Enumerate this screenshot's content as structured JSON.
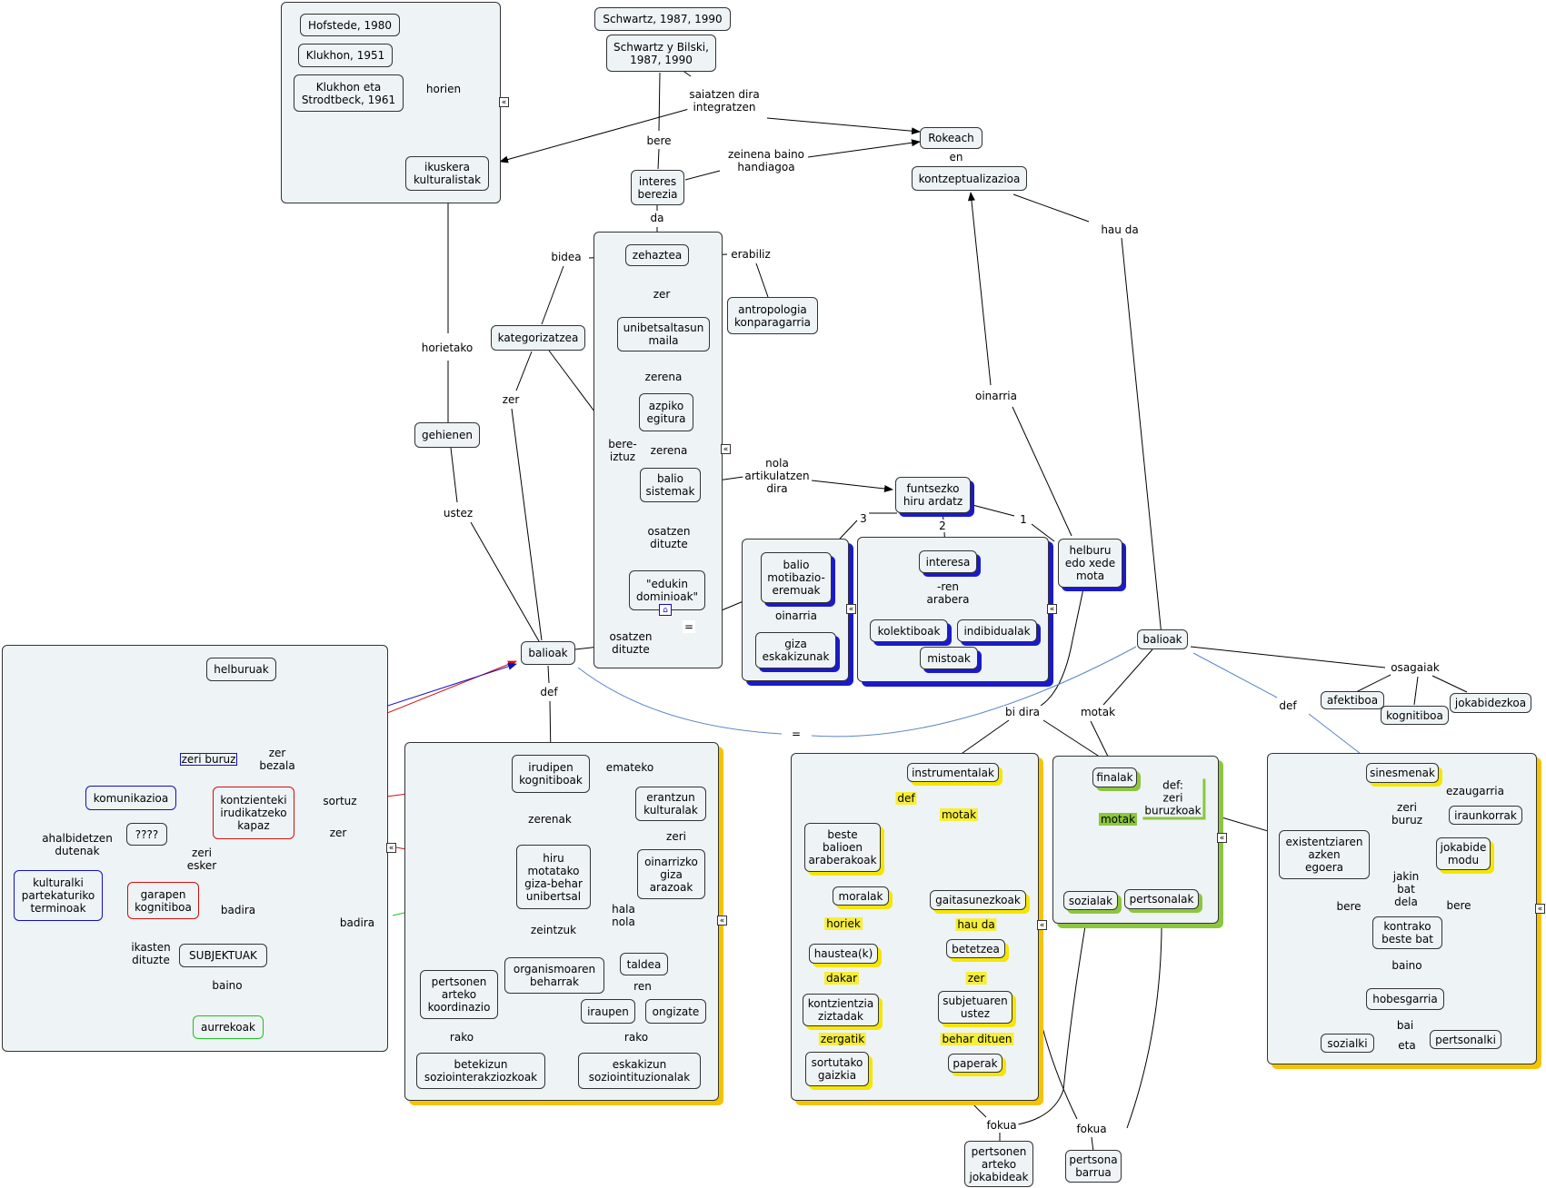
{
  "nodes": {
    "hofstede": "Hofstede, 1980",
    "klukhon": "Klukhon, 1951",
    "klukhon_strodtbeck": "Klukhon eta\nStrodtbeck, 1961",
    "ikuskera": "ikuskera\nkulturalistak",
    "schwartz": "Schwartz, 1987, 1990",
    "schwartz_bilski": "Schwartz y Bilski,\n1987, 1990",
    "rokeach": "Rokeach",
    "kontzeptualizazioa": "kontzeptualizazioa",
    "interes_berezia": "interes\nberezia",
    "zehaztea": "zehaztea",
    "antropologia": "antropologia\nkonparagarria",
    "kategorizatzea": "kategorizatzea",
    "unibetsaltasun": "unibetsaltasun\nmaila",
    "azpiko_egitura": "azpiko\negitura",
    "balio_sistemak": "balio\nsistemak",
    "edukin_dominioak": "\"edukin\ndominioak\"",
    "gehienen": "gehienen",
    "balioak_left": "balioak",
    "funtsezko": "funtsezko\nhiru ardatz",
    "balio_motibazio": "balio\nmotibazio-\neremuak",
    "giza_eskakizunak": "giza\neskakizunak",
    "interesa": "interesa",
    "kolektiboak": "kolektiboak",
    "indibidualak": "indibidualak",
    "mistoak": "mistoak",
    "helburu_xede": "helburu\nedo xede\nmota",
    "balioak_right": "balioak",
    "afektiboa": "afektiboa",
    "kognitiboa": "kognitiboa",
    "jokabidezkoa": "jokabidezkoa",
    "helburuak": "helburuak",
    "zeri_buruz_box": "zeri buruz",
    "komunikazioa": "komunikazioa",
    "kontzienteki": "kontzienteki\nirudikatzeko\nkapaz",
    "question": "????",
    "kulturalki": "kulturalki\npartekaturiko\nterminoak",
    "garapen": "garapen\nkognitiboa",
    "subjektuak": "SUBJEKTUAK",
    "aurrekoak": "aurrekoak",
    "irudipen": "irudipen\nkognitiboak",
    "erantzun": "erantzun\nkulturalak",
    "oinarrizko": "oinarrizko\ngiza\narazoak",
    "hiru_motatako": "hiru\nmotatako\ngiza-behar\nunibertsal",
    "pertsonen_koordinazio": "pertsonen\narteko\nkoordinazio",
    "organismoaren": "organismoaren\nbeharrak",
    "taldea": "taldea",
    "iraupen": "iraupen",
    "ongizate": "ongizate",
    "betekizun": "betekizun\nsoziointerakziozkoak",
    "eskakizun": "eskakizun\nsoziointituzionalak",
    "instrumentalak": "instrumentalak",
    "beste_balioen": "beste\nbalioen\naraberakoak",
    "moralak": "moralak",
    "gaitasunezkoak": "gaitasunezkoak",
    "haustea": "haustea(k)",
    "kontzientzia": "kontzientzia\nziztadak",
    "sortutako": "sortutako\ngaizkia",
    "betetzea": "betetzea",
    "subjetuaren": "subjetuaren\nustez",
    "paperak": "paperak",
    "finalak": "finalak",
    "sozialak": "sozialak",
    "pertsonalak": "pertsonalak",
    "sinesmenak": "sinesmenak",
    "iraunkorrak": "iraunkorrak",
    "existentziaren": "existentziaren\nazken\negoera",
    "jokabide_modu": "jokabide\nmodu",
    "kontrako": "kontrako\nbeste bat",
    "hobesgarria": "hobesgarria",
    "sozialki": "sozialki",
    "pertsonalki": "pertsonalki",
    "pertsonen_jokabideak": "pertsonen\narteko\njokabideak",
    "pertsona_barrua": "pertsona\nbarrua"
  },
  "links": {
    "horien": "horien",
    "bere": "bere",
    "saiatzen": "saiatzen dira\nintegratzen",
    "zeinena": "zeinena baino\nhandiagoa",
    "en": "en",
    "da": "da",
    "hau_da": "hau da",
    "bidea": "bidea",
    "erabiliz": "erabiliz",
    "zer_top": "zer",
    "zerena1": "zerena",
    "zerena2": "zerena",
    "osatzen1": "osatzen\ndituzte",
    "nola": "nola\nartikulatzen\ndira",
    "oinarria_top": "oinarria",
    "horietako": "horietako",
    "zer_kat": "zer",
    "bere_iztuz": "bere-\niztuz",
    "ustez": "ustez",
    "osatzen2": "osatzen\ndituzte",
    "eq1": "=",
    "n3": "3",
    "n2": "2",
    "n1": "1",
    "oinarria_mid": "oinarria",
    "ren_arabera": "-ren\narabera",
    "bi_dira": "bi dira",
    "motak_top": "motak",
    "osagaiak": "osagaiak",
    "def_right": "def",
    "eq2": "=",
    "def_left": "def",
    "zer_bezala": "zer\nbezala",
    "sortuz": "sortuz",
    "zer_sub": "zer",
    "ahalbidetzen": "ahalbidetzen\ndutenak",
    "zeri_esker": "zeri\nesker",
    "badira1": "badira",
    "ikasten": "ikasten\ndituzte",
    "baino_left": "baino",
    "emateko": "emateko",
    "zerenak": "zerenak",
    "zeri": "zeri",
    "hala_nola": "hala\nnola",
    "badira2": "badira",
    "zeintzuk": "zeintzuk",
    "ren": "ren",
    "rako1": "rako",
    "rako2": "rako",
    "def_ins": "def",
    "motak_ins": "motak",
    "horiek": "horiek",
    "dakar": "dakar",
    "zergatik": "zergatik",
    "hau_da2": "hau da",
    "zer_gait": "zer",
    "behar_dituen": "behar dituen",
    "def_zeri": "def:\nzeri\nburuzkoak",
    "motak_fin": "motak",
    "ezaugarria": "ezaugarria",
    "zeri_buruz2": "zeri\nburuz",
    "jakin": "jakin\nbat\ndela",
    "bere_l": "bere",
    "bere_r": "bere",
    "baino_right": "baino",
    "bai": "bai",
    "eta": "eta",
    "fokua1": "fokua",
    "fokua2": "fokua"
  },
  "colors": {
    "node_fill": "#eef3f5",
    "red": "#d01010",
    "blue": "#1010c0",
    "green": "#20c020",
    "light_blue": "#5a86c8",
    "shadow_blue": "#1a1acc",
    "shadow_yellow": "#f5c400",
    "shadow_green": "#8cc63f"
  }
}
